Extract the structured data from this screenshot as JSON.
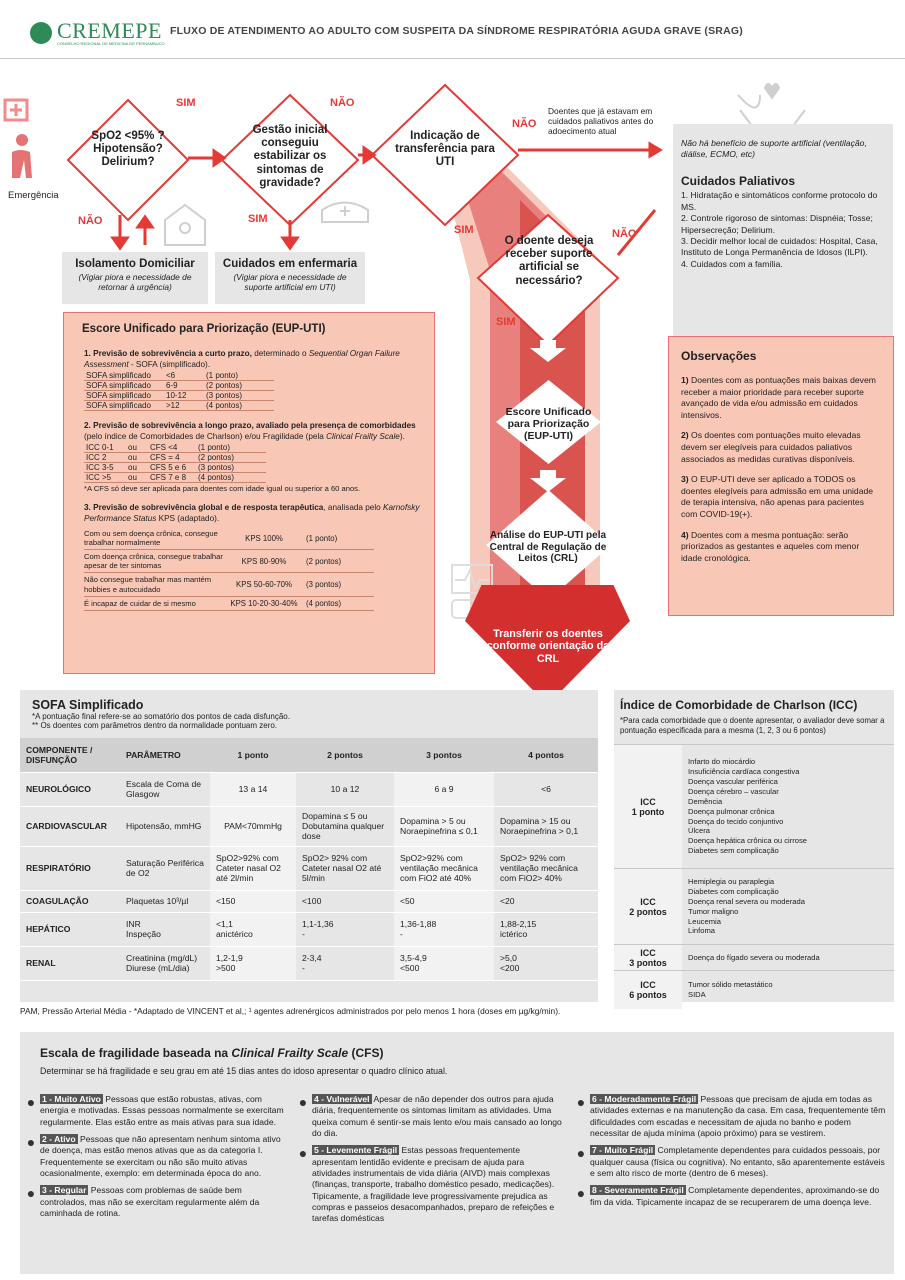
{
  "header": {
    "logo_text": "CREMEPE",
    "logo_sub": "CONSELHO REGIONAL DE MEDICINA DE PERNAMBUCO",
    "title": "FLUXO DE ATENDIMENTO AO ADULTO COM SUSPEITA DA SÍNDROME RESPIRATÓRIA AGUDA GRAVE (SRAG)"
  },
  "flow": {
    "emergencia": "Emergência",
    "d1": "SpO2 <95% ? Hipotensão? Delirium?",
    "d2": "Gestão inicial conseguiu estabilizar os sintomas de gravidade?",
    "d3": "Indicação de transferência para UTI",
    "d4": "O doente deseja receber suporte artificial se necessário?",
    "sim": "SIM",
    "nao": "NÃO",
    "paliativos_note": "Doentes que já estavam em cuidados paliativos antes do adoecimento atual",
    "isolamento_title": "Isolamento Domiciliar",
    "isolamento_sub": "(Vigiar piora e necessidade de retornar à urgência)",
    "enfermaria_title": "Cuidados em enfermaria",
    "enfermaria_sub": "(Vigiar piora e necessidade de suporte artificial em UTI)",
    "sem_beneficio": "Não há benefício de suporte artificial (ventilação, diálise, ECMO, etc)",
    "cp_title": "Cuidados Paliativos",
    "cp_items": [
      "1. Hidratação e sintomáticos conforme protocolo do MS.",
      "2. Controle rigoroso de sintomas: Dispnéia; Tosse; Hipersecreção; Delirium.",
      "3. Decidir melhor local de cuidados: Hospital, Casa, Instituto de Longa Permanência de Idosos (ILPI).",
      "4. Cuidados com a família."
    ],
    "escore_box": "Escore Unificado para Priorização (EUP-UTI)",
    "analise_box": "Análise do EUP-UTI pela Central de Regulação de Leitos (CRL)",
    "transferir": "Transferir os doentes conforme orientação da CRL"
  },
  "eup": {
    "title": "Escore Unificado para Priorização (EUP-UTI)",
    "s1_bold": "1. Previsão de sobrevivência a curto prazo,",
    "s1_rest": " determinado o ",
    "s1_italic": "Sequential Organ Failure Assessment",
    "s1_end": " - SOFA (simplificado).",
    "sofa_rows": [
      [
        "SOFA simplificado",
        "<6",
        "(1 ponto)"
      ],
      [
        "SOFA simplificado",
        "6-9",
        "(2 pontos)"
      ],
      [
        "SOFA simplificado",
        "10-12",
        "(3 pontos)"
      ],
      [
        "SOFA simplificado",
        ">12",
        "(4 pontos)"
      ]
    ],
    "s2_bold": "2. Previsão de sobrevivência a longo prazo, avaliado pela presença de comorbidades",
    "s2_rest": " (pelo índice de Comorbidades de Charlson) e/ou Fragilidade (pela ",
    "s2_italic": "Clinical Frailty Scale",
    "s2_end": ").",
    "icc_rows": [
      [
        "ICC 0-1",
        "ou",
        "CFS <4",
        "(1 ponto)"
      ],
      [
        "ICC 2",
        "ou",
        "CFS = 4",
        "(2 pontos)"
      ],
      [
        "ICC 3-5",
        "ou",
        "CFS 5 e 6",
        "(3 pontos)"
      ],
      [
        "ICC >5",
        "ou",
        "CFS 7 e 8",
        "(4 pontos)"
      ]
    ],
    "cfs_note": "*A CFS só deve ser aplicada para doentes com idade igual ou superior a 60 anos.",
    "s3_bold": "3. Previsão de sobrevivência global e de resposta terapêutica",
    "s3_rest": ", analisada pelo ",
    "s3_italic": "Karnofsky Performance Status",
    "s3_end": " KPS (adaptado).",
    "kps_rows": [
      [
        "Com ou sem doença crônica, consegue trabalhar normalmente",
        "KPS 100%",
        "(1 ponto)"
      ],
      [
        "Com doença crônica, consegue trabalhar apesar de ter sintomas",
        "KPS 80-90%",
        "(2 pontos)"
      ],
      [
        "Não consegue trabalhar mas mantém hobbies e autocuidado",
        "KPS 50-60-70%",
        "(3 pontos)"
      ],
      [
        "É incapaz de cuidar de si mesmo",
        "KPS 10-20-30-40%",
        "(4 pontos)"
      ]
    ]
  },
  "obs": {
    "title": "Observações",
    "items": [
      {
        "n": "1)",
        "t": " Doentes com as pontuações mais baixas devem receber a maior prioridade para receber suporte avançado de vida e/ou admissão em cuidados intensivos."
      },
      {
        "n": "2)",
        "t": " Os doentes com pontuações muito elevadas devem ser elegíveis para cuidados paliativos associados as medidas curativas disponíveis."
      },
      {
        "n": "3)",
        "t": " O EUP-UTI deve ser aplicado a TODOS os doentes elegíveis para admissão em uma unidade de terapia intensiva, não apenas para pacientes com COVID-19(+)."
      },
      {
        "n": "4)",
        "t": " Doentes com a mesma pontuação: serão priorizados as gestantes e aqueles com menor idade cronológica."
      }
    ]
  },
  "sofa": {
    "title": "SOFA Simplificado",
    "note1": "*A pontuação final refere-se ao somatório dos pontos de cada disfunção.",
    "note2": "** Os doentes com parâmetros dentro da normalidade pontuam zero.",
    "headers": [
      "COMPONENTE / DISFUNÇÃO",
      "PARÂMETRO",
      "1 ponto",
      "2 pontos",
      "3 pontos",
      "4 pontos"
    ],
    "rows": [
      [
        "NEUROLÓGICO",
        "Escala de Coma de Glasgow",
        "13 a 14",
        "10 a 12",
        "6 a 9",
        "<6"
      ],
      [
        "CARDIOVASCULAR",
        "Hipotensão, mmHG",
        "PAM<70mmHg",
        "Dopamina ≤ 5 ou Dobutamina qualquer dose",
        "Dopamina > 5 ou Noraepinefrina ≤ 0,1",
        "Dopamina > 15 ou Noraepinefrina > 0,1"
      ],
      [
        "RESPIRATÓRIO",
        "Saturação Periférica de O2",
        "SpO2>92% com Cateter nasal O2 até 2l/min",
        "SpO2> 92% com Cateter nasal O2 até 5l/min",
        "SpO2>92% com ventilação mecânica com FiO2 até 40%",
        "SpO2> 92% com ventilação mecânica com FiO2> 40%"
      ],
      [
        "COAGULAÇÃO",
        "Plaquetas 10³/µl",
        "<150",
        "<100",
        "<50",
        "<20"
      ],
      [
        "HEPÁTICO",
        "INR\nInspeção",
        "<1,1\nanictérico",
        "1,1-1,36\n-",
        "1,36-1,88\n-",
        "1,88-2,15\nictérico"
      ],
      [
        "RENAL",
        "Creatinina (mg/dL)\nDiurese (mL/dia)",
        "1,2-1,9\n>500",
        "2-3,4\n-",
        "3,5-4,9\n<500",
        ">5,0\n<200"
      ]
    ],
    "footnote": "PAM, Pressão Arterial Média - *Adaptado de VINCENT et al,; ¹ agentes adrenérgicos administrados por pelo menos 1 hora (doses em µg/kg/min)."
  },
  "icc": {
    "title": "Índice de Comorbidade de Charlson (ICC)",
    "note": "*Para cada comorbidade que o doente apresentar, o avaliador deve somar a pontuação especificada para a mesma (1, 2, 3 ou 6 pontos)",
    "groups": [
      {
        "label": "ICC\n1 ponto",
        "items": [
          "Infarto do miocárdio",
          "Insuficiência cardíaca congestiva",
          "Doença vascular periférica",
          "Doença cérebro – vascular",
          "Demência",
          "Doença pulmonar crônica",
          "Doença do tecido conjuntivo",
          "Úlcera",
          "Doença hepática crônica ou cirrose",
          "Diabetes sem complicação"
        ]
      },
      {
        "label": "ICC\n2 pontos",
        "items": [
          "Hemiplegia ou paraplegia",
          "Diabetes com complicação",
          "Doença renal severa ou moderada",
          "Tumor maligno",
          "Leucemia",
          "Linfoma"
        ]
      },
      {
        "label": "ICC\n3 pontos",
        "items": [
          "Doença do fígado severa ou moderada"
        ]
      },
      {
        "label": "ICC\n6 pontos",
        "items": [
          "Tumor sólido metastático",
          "SIDA"
        ]
      }
    ]
  },
  "cfs": {
    "title_a": "Escala de fragilidade baseada na ",
    "title_b": "Clinical Frailty Scale",
    "title_c": " (CFS)",
    "subtitle": "Determinar se há fragilidade e seu grau em até 15 dias antes do idoso apresentar o quadro clínico atual.",
    "items": [
      {
        "h": "1 - Muito Ativo",
        "t": " Pessoas que estão robustas, ativas, com energia e motivadas. Essas pessoas normalmente se exercitam regularmente. Elas estão entre as mais ativas para sua idade."
      },
      {
        "h": "2 - Ativo",
        "t": " Pessoas que não apresentam nenhum sintoma ativo de doença, mas estão menos ativas que as da categoria I. Frequentemente se exercitam ou não são muito ativas ocasionalmente, exemplo: em determinada época do ano."
      },
      {
        "h": "3 - Regular",
        "t": " Pessoas com problemas de saúde bem controlados, mas não se exercitam regularmente além da caminhada de rotina."
      },
      {
        "h": "4 - Vulnerável",
        "t": " Apesar de não depender dos outros para ajuda diária, frequentemente os sintomas limitam as atividades. Uma queixa comum é sentir-se mais lento e/ou mais cansado ao longo do dia."
      },
      {
        "h": "5 - Levemente Frágil",
        "t": " Estas pessoas frequentemente apresentam lentidão evidente e precisam de ajuda para atividades instrumentais de vida diária (AIVD) mais complexas (finanças, transporte, trabalho doméstico pesado, medicações). Tipicamente, a fragilidade leve progressivamente prejudica as compras e passeios desacompanhados, preparo de refeições e tarefas domésticas"
      },
      {
        "h": "6 - Moderadamente Frágil",
        "t": " Pessoas que precisam de ajuda em todas as atividades externas e na manutenção da casa. Em casa, frequentemente têm dificuldades com escadas e necessitam de ajuda no banho e podem necessitar de ajuda mínima (apoio próximo) para se vestirem."
      },
      {
        "h": "7 - Muito Frágil",
        "t": " Completamente dependentes para cuidados pessoais, por qualquer causa (física ou cognitiva). No entanto, são aparentemente estáveis e sem alto risco de morte (dentro de 6 meses)."
      },
      {
        "h": "8 - Severamente Frágil",
        "t": " Completamente dependentes, aproximando-se do fim da vida. Tipicamente incapaz de se recuperarem de uma doença leve."
      }
    ]
  }
}
